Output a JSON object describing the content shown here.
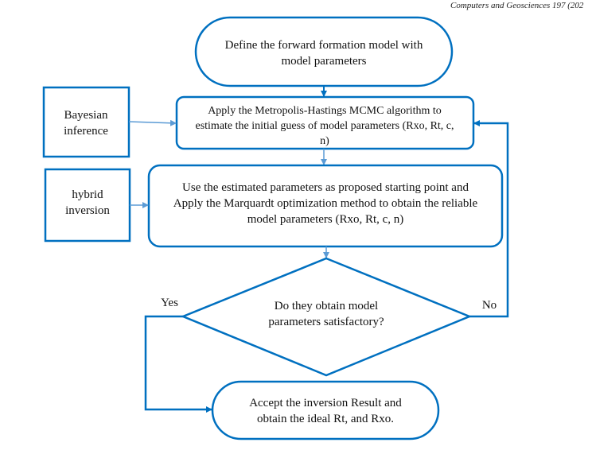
{
  "header": {
    "running_title": "Computers and Geosciences 197 (202"
  },
  "colors": {
    "main": "#0070c0",
    "secondary_arrow": "#5b9bd5"
  },
  "nodes": {
    "start": {
      "lines": [
        "Define the forward formation model with",
        "model parameters"
      ]
    },
    "mcmc": {
      "lines": [
        "Apply the Metropolis-Hastings MCMC algorithm to",
        "estimate the initial guess of model parameters (Rxo, Rt, c,",
        "n)"
      ]
    },
    "bayesian": {
      "lines": [
        "Bayesian",
        "inference"
      ]
    },
    "marquardt": {
      "lines": [
        "Use the estimated parameters as proposed starting point and",
        "Apply the Marquardt optimization method to obtain the reliable",
        "model parameters (Rxo, Rt, c, n)"
      ]
    },
    "hybrid": {
      "lines": [
        "hybrid",
        "inversion"
      ]
    },
    "decision": {
      "lines": [
        "Do they obtain model",
        "parameters satisfactory?"
      ]
    },
    "end": {
      "lines": [
        "Accept the inversion Result and",
        "obtain the ideal Rt, and Rxo."
      ]
    }
  },
  "edges": {
    "yes_label": "Yes",
    "no_label": "No"
  }
}
